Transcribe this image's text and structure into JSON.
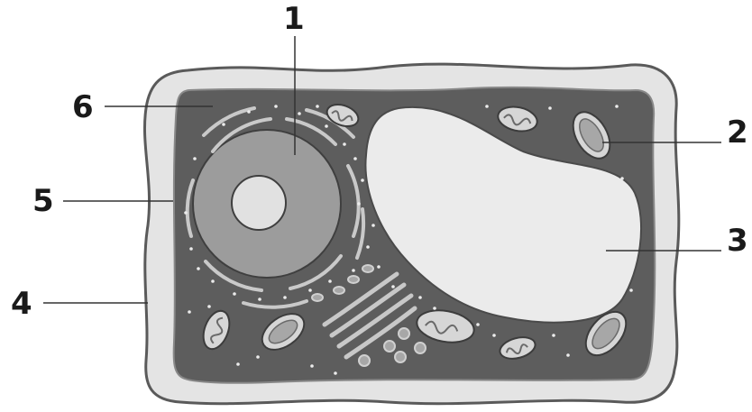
{
  "callouts": [
    {
      "id": "1",
      "text": "1"
    },
    {
      "id": "2",
      "text": "2"
    },
    {
      "id": "3",
      "text": "3"
    },
    {
      "id": "4",
      "text": "4"
    },
    {
      "id": "5",
      "text": "5"
    },
    {
      "id": "6",
      "text": "6"
    }
  ],
  "colors": {
    "outline": "#5a5a5a",
    "cell_wall": "#e4e4e4",
    "cytoplasm": "#5d5d5d",
    "nucleus": "#9c9c9c",
    "nucleolus": "#e1e1e1",
    "vacuole": "#ebebeb",
    "organelle_light": "#d6d6d6",
    "organelle_mid": "#a7a7a7",
    "leader_line": "#333333",
    "label_text": "#1a1a1a"
  }
}
